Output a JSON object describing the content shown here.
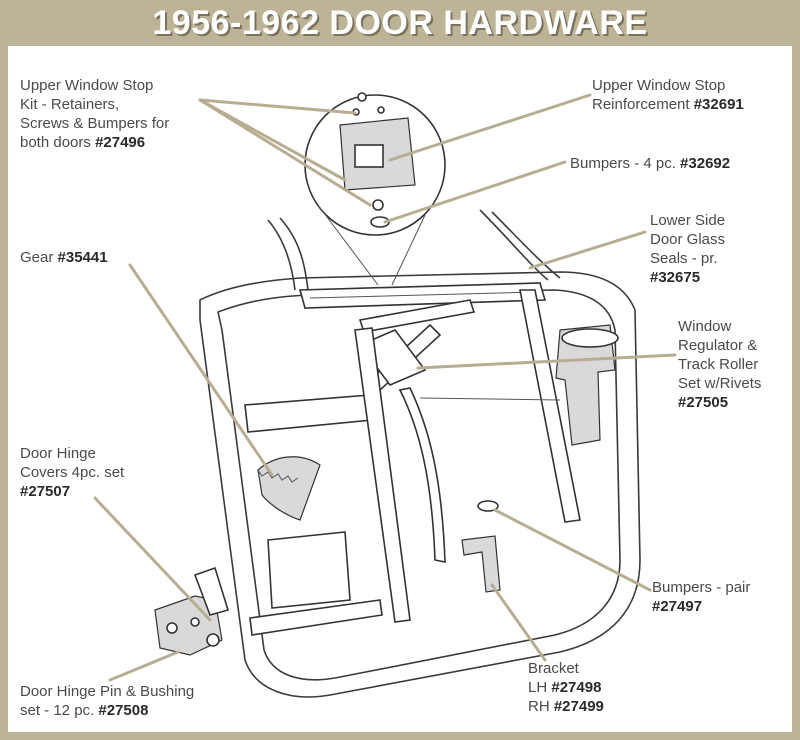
{
  "title": "1956-1962 DOOR HARDWARE",
  "colors": {
    "banner": "#bdb397",
    "title_text": "#ffffff",
    "leader": "#b8ad92"
  },
  "callouts": {
    "upper_stop_kit": {
      "lines": [
        "Upper Window Stop",
        "Kit - Retainers,",
        "Screws & Bumpers for",
        "both doors"
      ],
      "part": "#27496"
    },
    "upper_stop_reinf": {
      "lines": [
        "Upper Window Stop",
        "Reinforcement"
      ],
      "part": "#32691"
    },
    "bumpers_4pc": {
      "text": "Bumpers - 4 pc.",
      "part": "#32692"
    },
    "gear": {
      "text": "Gear",
      "part": "#35441"
    },
    "lower_seals": {
      "lines": [
        "Lower Side",
        "Door Glass",
        "Seals - pr."
      ],
      "part": "#32675"
    },
    "regulator": {
      "lines": [
        "Window",
        "Regulator &",
        "Track Roller",
        "Set w/Rivets"
      ],
      "part": "#27505"
    },
    "hinge_covers": {
      "lines": [
        "Door Hinge",
        "Covers 4pc. set"
      ],
      "part": "#27507"
    },
    "bumpers_pair": {
      "text": "Bumpers - pair",
      "part": "#27497"
    },
    "bracket": {
      "title": "Bracket",
      "lh_label": "LH",
      "lh_part": "#27498",
      "rh_label": "RH",
      "rh_part": "#27499"
    },
    "hinge_pin": {
      "lines": [
        "Door Hinge Pin & Bushing",
        "set - 12 pc."
      ],
      "part": "#27508"
    }
  }
}
